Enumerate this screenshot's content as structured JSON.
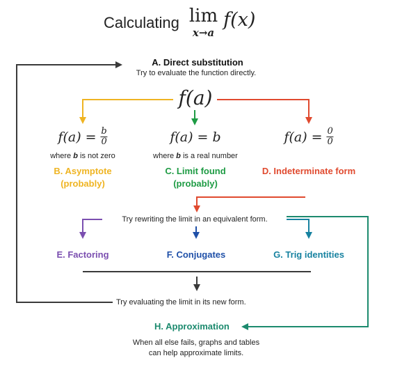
{
  "title": {
    "prefix": "Calculating",
    "lim": "lim",
    "lim_sub": "x→a",
    "func": "f(x)"
  },
  "stepA": {
    "heading": "A. Direct substitution",
    "text": "Try to evaluate the function directly."
  },
  "fa_label": "f(a)",
  "cases": [
    {
      "lhs": "f(a) =",
      "num": "b",
      "den": "0",
      "caption_pre": "where ",
      "caption_var": "b",
      "caption_post": " is not zero",
      "label_line1": "B. Asymptote",
      "label_line2": "(probably)"
    },
    {
      "formula": "f(a) = b",
      "caption_pre": "where ",
      "caption_var": "b",
      "caption_post": " is a real number",
      "label_line1": "C. Limit found",
      "label_line2": "(probably)"
    },
    {
      "lhs": "f(a) =",
      "num": "0",
      "den": "0",
      "label_line1": "D. Indeterminate form"
    }
  ],
  "rewrite_text": "Try rewriting the limit in an equivalent form.",
  "methods": {
    "e": "E. Factoring",
    "f": "F. Conjugates",
    "g": "G. Trig identities"
  },
  "evaluate_text": "Try evaluating the limit in its new form.",
  "stepH": {
    "heading": "H. Approximation",
    "line1": "When all else fails, graphs and tables",
    "line2": "can help approximate limits."
  },
  "colors": {
    "yellow": "#EFB422",
    "green": "#1E9B44",
    "red": "#E04A2F",
    "purple": "#7B4FB0",
    "blue": "#1F50A8",
    "teal": "#1782A0",
    "approx": "#1C8A6E",
    "dark": "#3A3A3A"
  }
}
